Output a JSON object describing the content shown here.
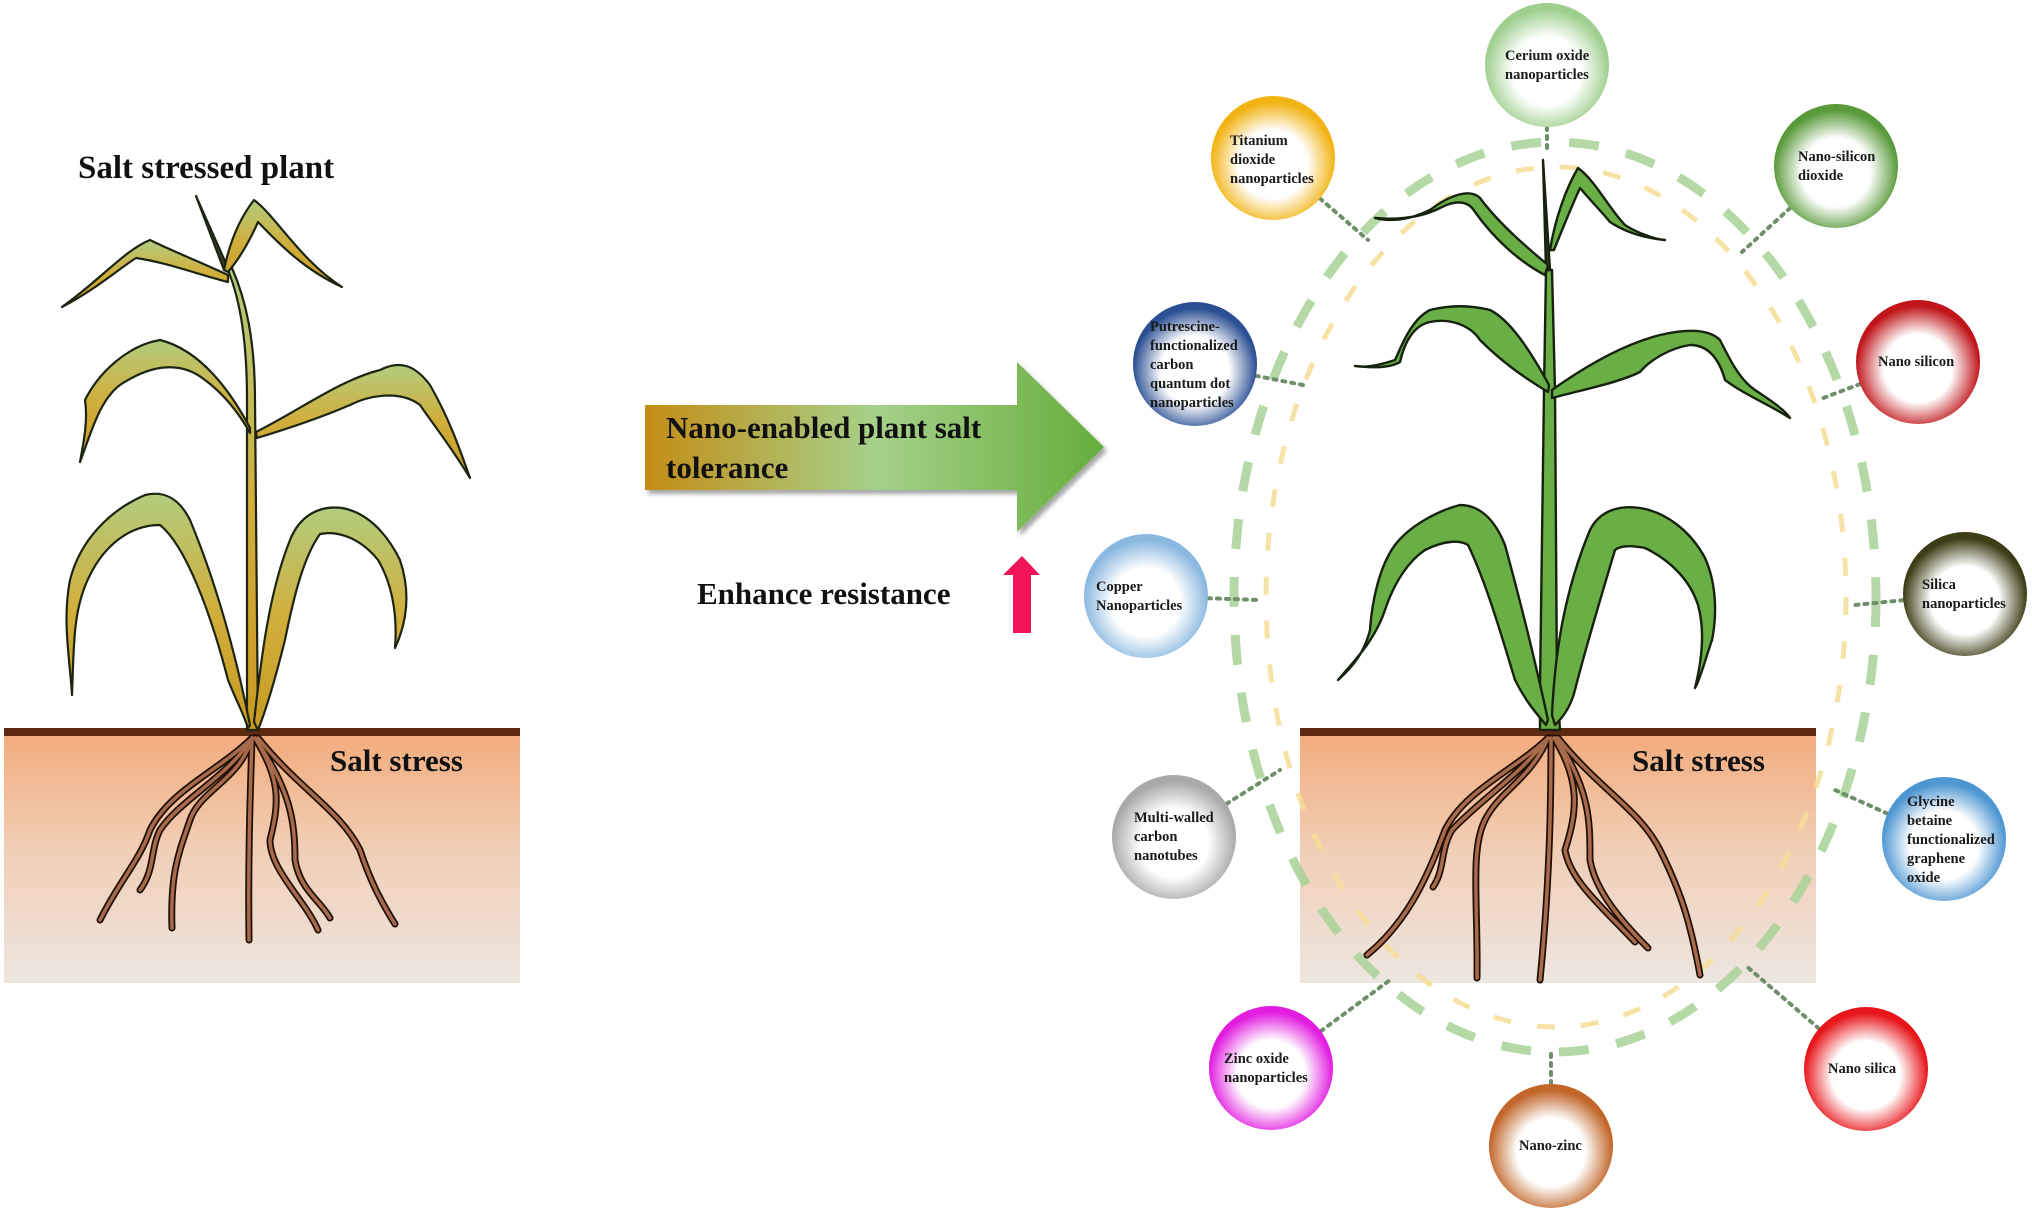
{
  "left_panel": {
    "title": "Salt stressed plant",
    "soil_label": "Salt stress",
    "plant_color": "#c9a43a"
  },
  "center": {
    "arrow_label_line1": "Nano-enabled plant salt",
    "arrow_label_line2": "tolerance",
    "resistance_label": "Enhance resistance",
    "resistance_icon": "up-arrow-icon",
    "resistance_color": "#f0145a"
  },
  "right_panel": {
    "soil_label": "Salt stress",
    "plant_color": "#6aaf45"
  },
  "nanomaterials": [
    {
      "id": "cerium-oxide",
      "label": "Cerium oxide\nnanoparticles",
      "color": "#9fcf8e"
    },
    {
      "id": "titanium-dioxide",
      "label": "Titanium\ndioxide\nnanoparticles",
      "color": "#f2b314"
    },
    {
      "id": "nano-silicon-dioxide",
      "label": "Nano-silicon\ndioxide",
      "color": "#5a9a3a"
    },
    {
      "id": "putrescine-cqd",
      "label": "Putrescine-\nfunctionalized\ncarbon\nquantum dot\nnanoparticles",
      "color": "#2b4f93"
    },
    {
      "id": "nano-silicon",
      "label": "Nano silicon",
      "color": "#c0161b"
    },
    {
      "id": "copper",
      "label": "Copper\nNanoparticles",
      "color": "#8bb8e0"
    },
    {
      "id": "silica-nanoparticles",
      "label": "Silica\nnanoparticles",
      "color": "#3d3d17"
    },
    {
      "id": "mwcnt",
      "label": "Multi-walled\ncarbon\nnanotubes",
      "color": "#a9a9a9"
    },
    {
      "id": "glycine-betaine-go",
      "label": "Glycine\nbetaine\nfunctionalized\ngraphene\noxide",
      "color": "#4e96d2"
    },
    {
      "id": "zinc-oxide",
      "label": "Zinc oxide\nnanoparticles",
      "color": "#e21de0"
    },
    {
      "id": "nano-silica",
      "label": "Nano silica",
      "color": "#e8161b"
    },
    {
      "id": "nano-zinc",
      "label": "Nano-zinc",
      "color": "#c2662a"
    }
  ]
}
